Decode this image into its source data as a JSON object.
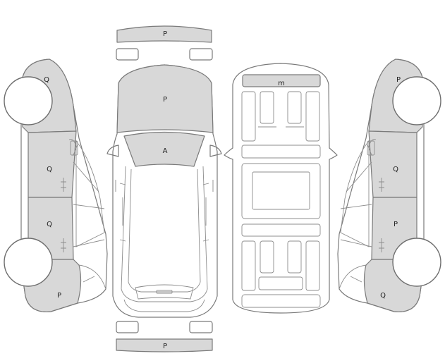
{
  "colors": {
    "marked": "#d8d8d8",
    "unmarked": "#ffffff",
    "outline": "#7a7a7a"
  },
  "front_bumper": {
    "code": "P",
    "marked": true
  },
  "rear_bumper": {
    "code": "P",
    "marked": true
  },
  "top_view": {
    "hood": {
      "code": "P",
      "marked": true
    },
    "windshield": {
      "code": "A",
      "marked": true
    },
    "headlights": {
      "marked": false
    },
    "taillights": {
      "marked": false
    }
  },
  "interior_view": {
    "front_panel": {
      "code": "m",
      "marked": true
    }
  },
  "left_side": {
    "front_fender": {
      "code": "Q",
      "marked": true
    },
    "front_door": {
      "code": "Q",
      "marked": true
    },
    "rear_door": {
      "code": "Q",
      "marked": true
    },
    "rear_quarter": {
      "code": "P",
      "marked": true
    }
  },
  "right_side": {
    "front_fender": {
      "code": "P",
      "marked": true
    },
    "front_door": {
      "code": "Q",
      "marked": true
    },
    "rear_door": {
      "code": "P",
      "marked": true
    },
    "rear_quarter": {
      "code": "Q",
      "marked": true
    }
  }
}
